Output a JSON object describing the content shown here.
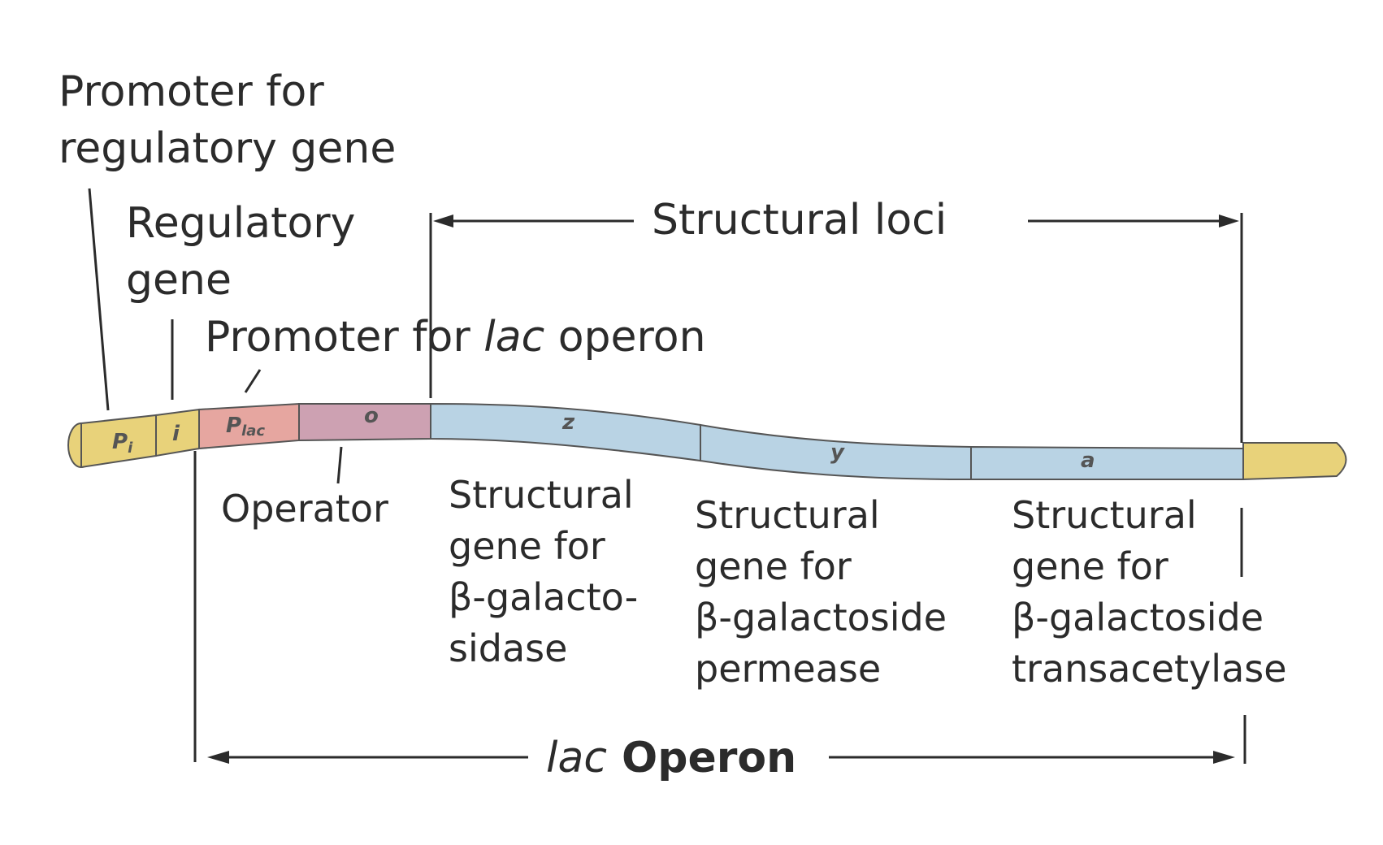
{
  "labels": {
    "promoter_regulatory_line1": "Promoter for",
    "promoter_regulatory_line2": "regulatory gene",
    "regulatory_line1": "Regulatory",
    "regulatory_line2": "gene",
    "promoter_lac_prefix": "Promoter for ",
    "promoter_lac_italic": "lac",
    "promoter_lac_suffix": " operon",
    "structural_loci": "Structural loci",
    "operator": "Operator",
    "gene_z": [
      "Structural",
      "gene for",
      "β-galacto-",
      "sidase"
    ],
    "gene_y": [
      "Structural",
      "gene for",
      "β-galactoside",
      "permease"
    ],
    "gene_a": [
      "Structural",
      "gene for",
      "β-galactoside",
      "transacetylase"
    ],
    "lac_operon_italic": "lac",
    "lac_operon_rest": " Operon"
  },
  "segments": {
    "pi_main": "P",
    "pi_sub": "i",
    "i": "i",
    "plac_main": "P",
    "plac_sub": "lac",
    "o": "o",
    "z": "z",
    "y": "y",
    "a": "a"
  },
  "colors": {
    "regulatory_yellow": "#e8d27a",
    "promoter_pink": "#e6a6a0",
    "operator_mauve": "#cda1b2",
    "structural_blue": "#b9d3e4",
    "text": "#2b2b2b"
  }
}
